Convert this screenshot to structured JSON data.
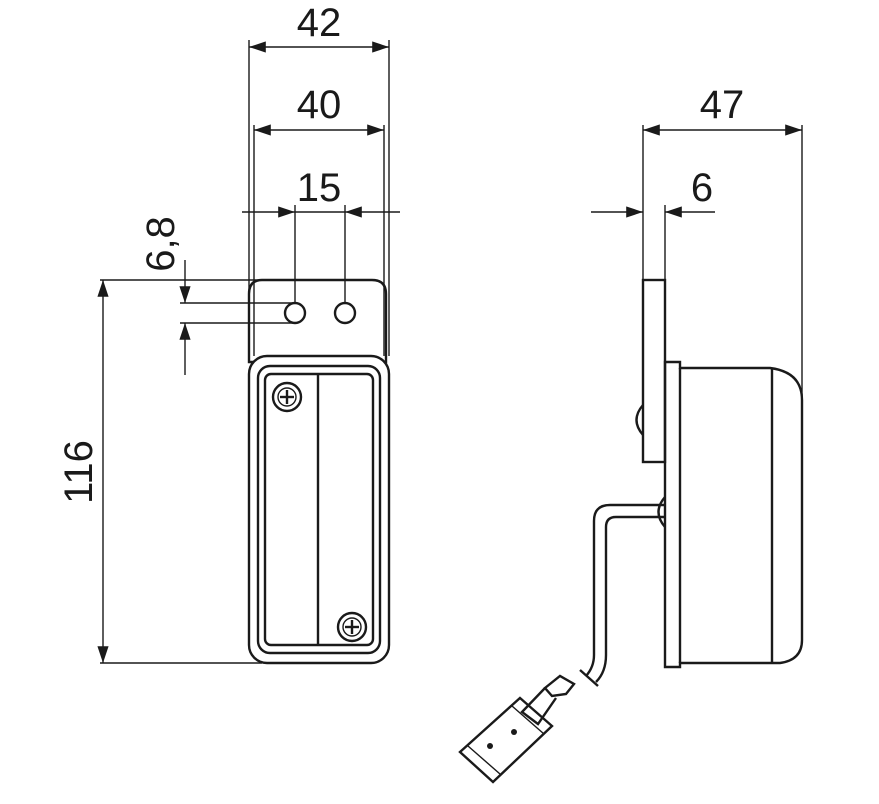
{
  "dimensions": {
    "width_total": "42",
    "width_inner": "40",
    "hole_spacing": "15",
    "hole_offset": "6,8",
    "height": "116",
    "depth": "47",
    "bracket_thickness": "6"
  }
}
